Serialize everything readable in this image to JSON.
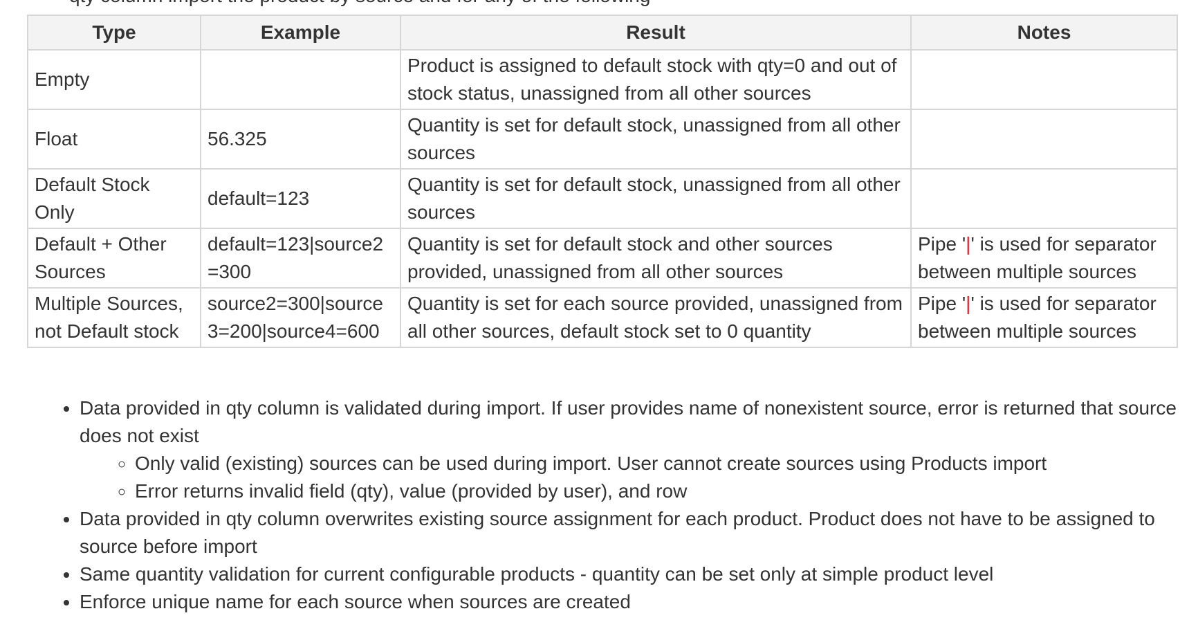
{
  "top_partial_text": "qty column import the product by source and for any of the following",
  "table": {
    "headers": [
      "Type",
      "Example",
      "Result",
      "Notes"
    ],
    "rows": [
      {
        "type": "Empty",
        "example": "",
        "result": "Product is assigned to default stock with qty=0 and out of stock status, unassigned from all other sources",
        "notes_pre": "",
        "notes_pipe": "",
        "notes_post": ""
      },
      {
        "type": "Float",
        "example": "56.325",
        "result": "Quantity is set for default stock, unassigned from all other sources",
        "notes_pre": "",
        "notes_pipe": "",
        "notes_post": ""
      },
      {
        "type": "Default Stock Only",
        "example": "default=123",
        "result": "Quantity is set for default stock, unassigned from all other sources",
        "notes_pre": "",
        "notes_pipe": "",
        "notes_post": ""
      },
      {
        "type": "Default + Other Sources",
        "example": "default=123|source2=300",
        "result": "Quantity is set for default stock and other sources provided, unassigned from all other sources",
        "notes_pre": "Pipe '",
        "notes_pipe": "|",
        "notes_post": "' is used for separator between multiple sources"
      },
      {
        "type": "Multiple Sources, not Default stock",
        "example": "source2=300|source3=200|source4=600",
        "result": "Quantity is set for each source provided, unassigned from all other sources, default stock set to 0 quantity",
        "notes_pre": "Pipe '",
        "notes_pipe": "|",
        "notes_post": "' is used for separator between multiple sources"
      }
    ]
  },
  "bullets": [
    {
      "text": "Data provided in qty column is validated during import. If user provides name of nonexistent source, error is returned that source does not exist",
      "sub": [
        "Only valid (existing) sources can be used during import. User cannot create sources using Products import",
        "Error returns invalid field (qty), value (provided by user), and row"
      ]
    },
    {
      "text": "Data provided in qty column overwrites existing source assignment for each product. Product does not have to be assigned to source before import",
      "sub": []
    },
    {
      "text": "Same quantity validation for current configurable products - quantity can be set only at simple product level",
      "sub": []
    },
    {
      "text": "Enforce unique name for each source when sources are created",
      "sub": []
    }
  ],
  "colors": {
    "text": "#333333",
    "border": "#d6d6d6",
    "header_bg": "#f3f3f3",
    "pipe_highlight": "#e5262a"
  }
}
